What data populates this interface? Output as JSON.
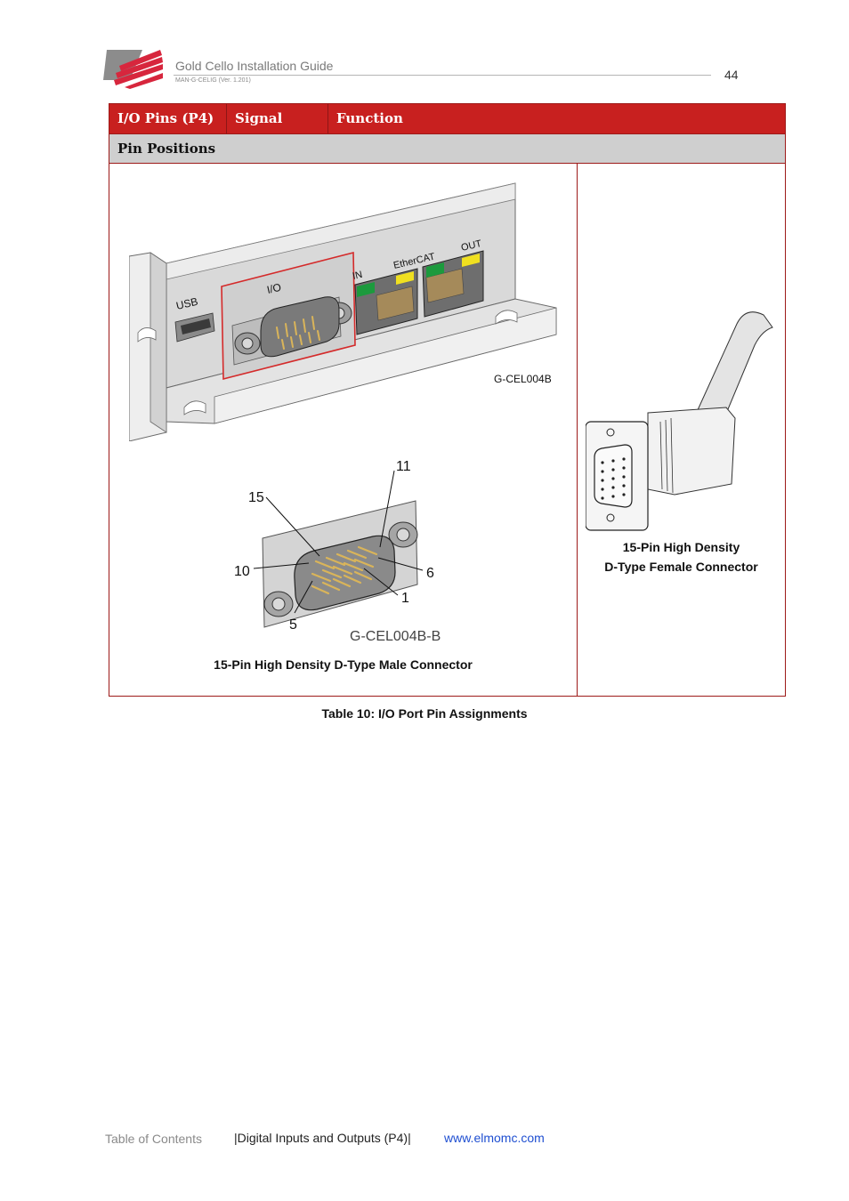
{
  "header": {
    "title": "Gold Cello Installation Guide",
    "doc_id": "MAN-G-CELIG (Ver. 1.201)",
    "page_number": "44"
  },
  "table": {
    "columns": [
      "I/O Pins (P4)",
      "Signal",
      "Function"
    ],
    "section_row": "Pin Positions",
    "panel_labels": {
      "usb": "USB",
      "io": "I/O",
      "in": "IN",
      "ethercat": "EtherCAT",
      "out": "OUT",
      "panel_code": "G-CEL004B"
    },
    "male_connector": {
      "pin_labels": [
        "15",
        "11",
        "10",
        "6",
        "1",
        "5"
      ],
      "code": "G-CEL004B-B",
      "caption": "15-Pin High Density D-Type Male Connector"
    },
    "female_connector": {
      "caption_line1": "15-Pin High Density",
      "caption_line2": "D-Type Female Connector"
    }
  },
  "table_caption": "Table 10: I/O Port Pin Assignments",
  "footer": {
    "toc_link": "Table of Contents",
    "section": "|Digital Inputs and Outputs (P4)|",
    "website": "www.elmomc.com"
  },
  "colors": {
    "header_red": "#c8201f",
    "section_gray": "#cfcfcf",
    "link_blue": "#1f4fd1"
  }
}
